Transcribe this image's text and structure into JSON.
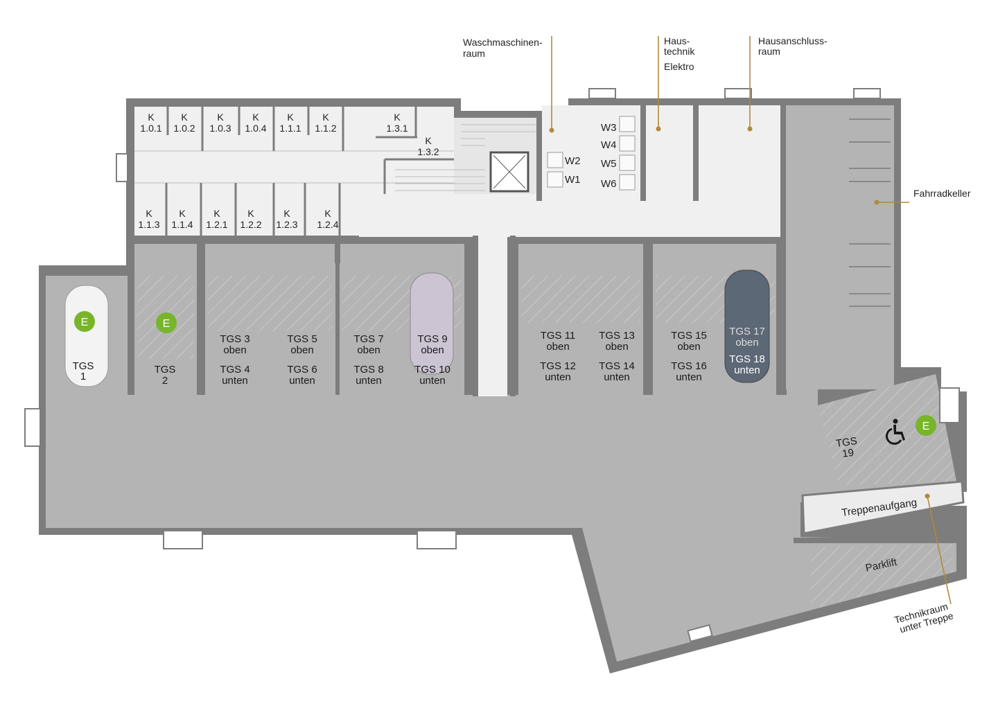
{
  "colors": {
    "wall": "#7d7d7d",
    "floor_garage": "#b4b4b4",
    "floor_rooms": "#f0f0f0",
    "callout_line": "#b08a3e",
    "e_marker": "#78b52a"
  },
  "callouts": {
    "waschmaschinenraum": [
      "Waschmaschinen-",
      "raum"
    ],
    "haustechnik": [
      "Haus-",
      "technik",
      "Elektro"
    ],
    "hausanschlussraum": [
      "Hausanschluss-",
      "raum"
    ],
    "fahrradkeller": "Fahrradkeller",
    "technikraum": [
      "Technikraum",
      "unter Treppe"
    ]
  },
  "cellars": [
    {
      "k": "K",
      "num": "1.0.1"
    },
    {
      "k": "K",
      "num": "1.0.2"
    },
    {
      "k": "K",
      "num": "1.0.3"
    },
    {
      "k": "K",
      "num": "1.0.4"
    },
    {
      "k": "K",
      "num": "1.1.1"
    },
    {
      "k": "K",
      "num": "1.1.2"
    },
    {
      "k": "K",
      "num": "1.3.1"
    },
    {
      "k": "K",
      "num": "1.3.2"
    },
    {
      "k": "K",
      "num": "1.1.3"
    },
    {
      "k": "K",
      "num": "1.1.4"
    },
    {
      "k": "K",
      "num": "1.2.1"
    },
    {
      "k": "K",
      "num": "1.2.2"
    },
    {
      "k": "K",
      "num": "1.2.3"
    },
    {
      "k": "K",
      "num": "1.2.4"
    }
  ],
  "washers": [
    "W1",
    "W2",
    "W3",
    "W4",
    "W5",
    "W6"
  ],
  "parking": {
    "tgs1": [
      "TGS",
      "1"
    ],
    "tgs2": [
      "TGS",
      "2"
    ],
    "tgs3_4": [
      "TGS 3",
      "oben",
      "TGS 4",
      "unten"
    ],
    "tgs5_6": [
      "TGS 5",
      "oben",
      "TGS 6",
      "unten"
    ],
    "tgs7_8": [
      "TGS 7",
      "oben",
      "TGS 8",
      "unten"
    ],
    "tgs9_10": [
      "TGS 9",
      "oben",
      "TGS 10",
      "unten"
    ],
    "tgs11_12": [
      "TGS 11",
      "oben",
      "TGS 12",
      "unten"
    ],
    "tgs13_14": [
      "TGS 13",
      "oben",
      "TGS 14",
      "unten"
    ],
    "tgs15_16": [
      "TGS 15",
      "oben",
      "TGS 16",
      "unten"
    ],
    "tgs17_18": [
      "TGS 17",
      "oben",
      "TGS 18",
      "unten"
    ],
    "tgs19": [
      "TGS",
      "19"
    ]
  },
  "e_marker_label": "E",
  "treppenaufgang": "Treppenaufgang",
  "parklift": "Parklift",
  "accessibility_icon": "wheelchair-icon"
}
